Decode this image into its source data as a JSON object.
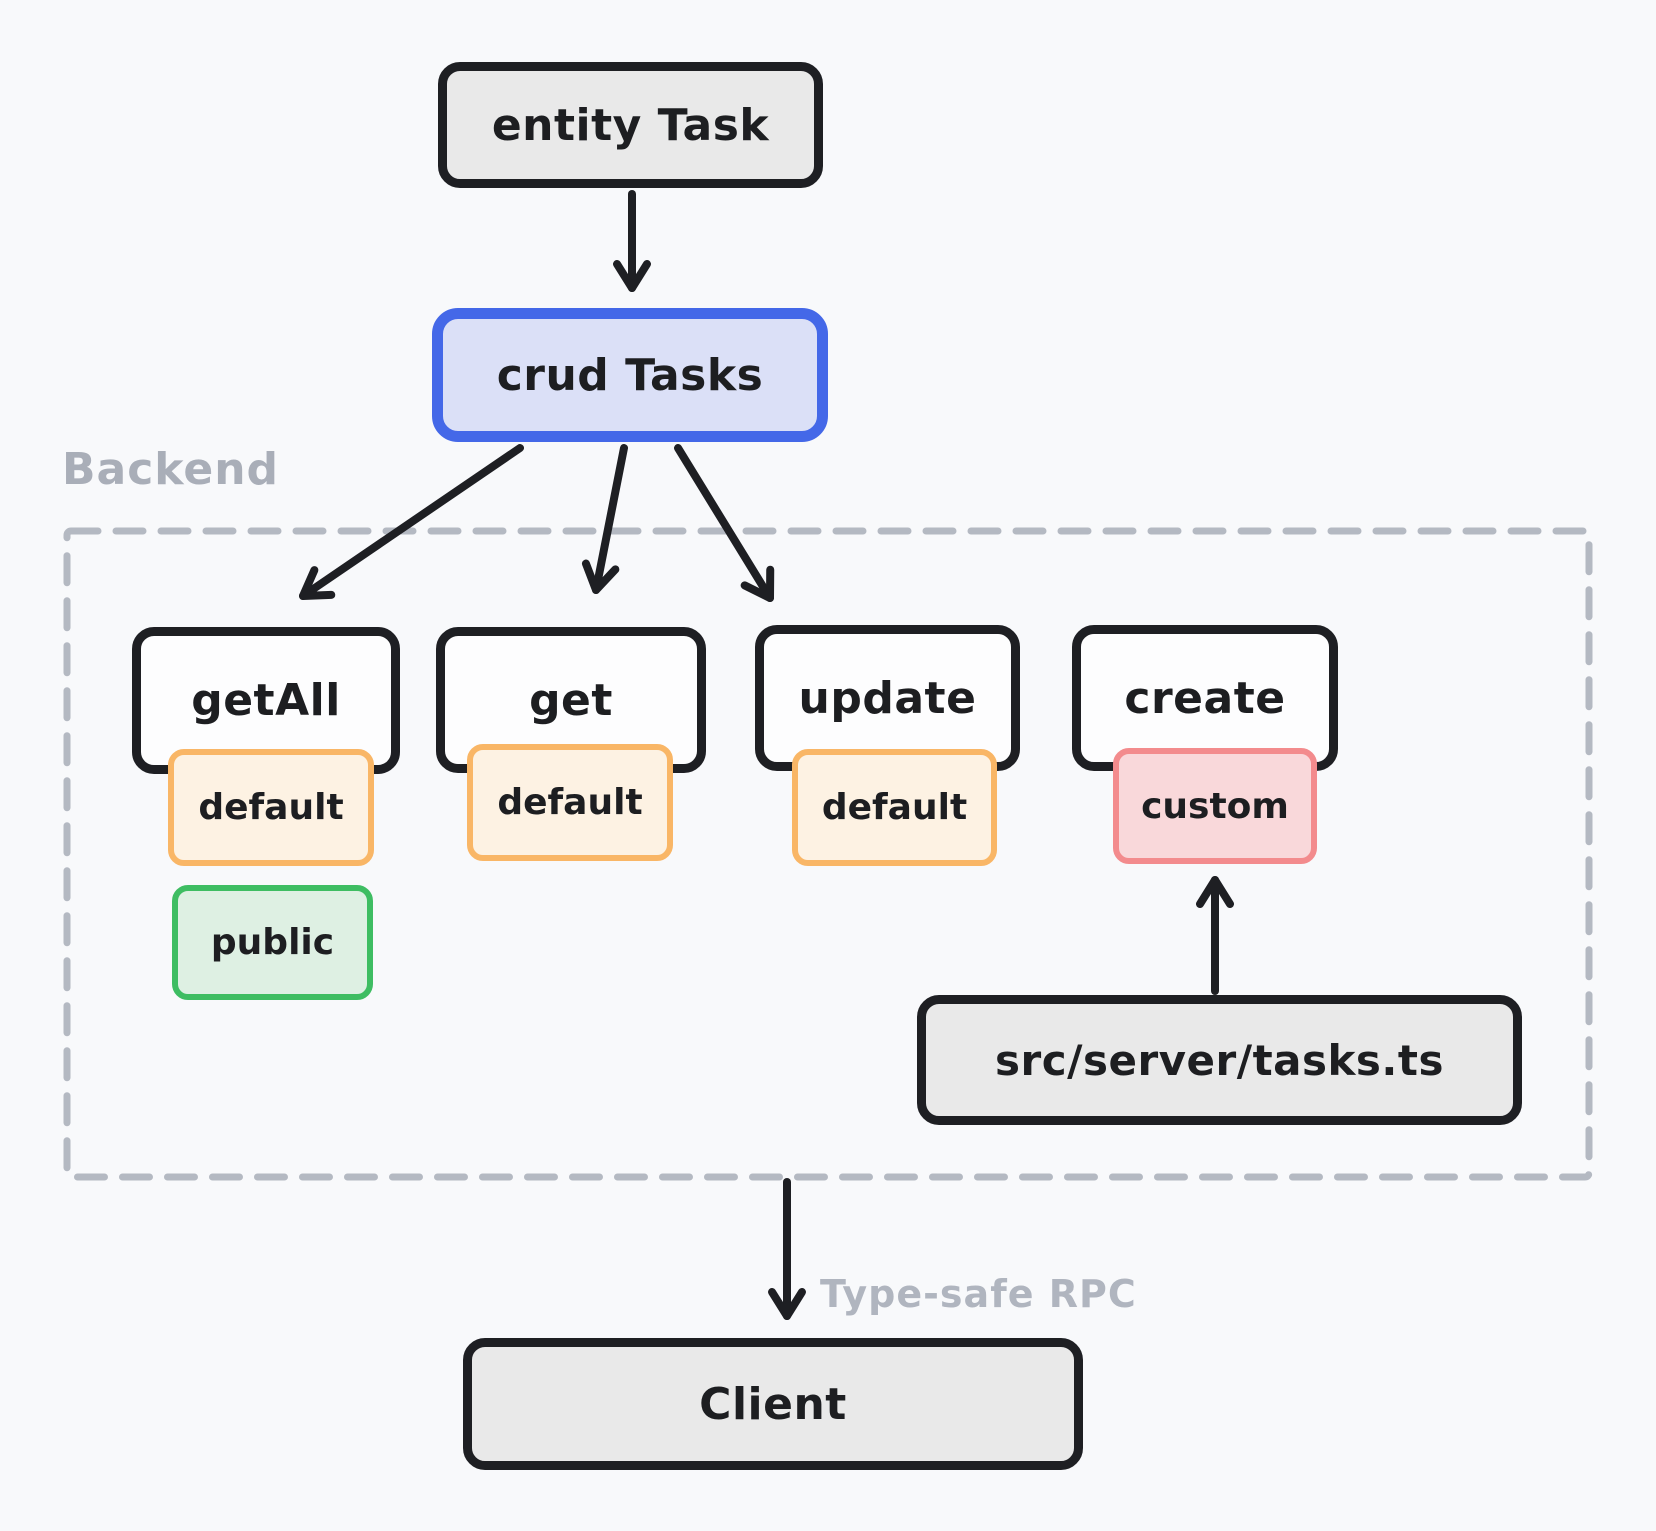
{
  "nodes": {
    "entity": {
      "label": "entity Task"
    },
    "crud": {
      "label": "crud Tasks"
    },
    "getAll": {
      "label": "getAll"
    },
    "get": {
      "label": "get"
    },
    "update": {
      "label": "update"
    },
    "create": {
      "label": "create"
    },
    "serverFile": {
      "label": "src/server/tasks.ts"
    },
    "client": {
      "label": "Client"
    }
  },
  "badges": {
    "getAllDefault": {
      "label": "default",
      "variant": "default"
    },
    "getDefault": {
      "label": "default",
      "variant": "default"
    },
    "updateDefault": {
      "label": "default",
      "variant": "default"
    },
    "createCustom": {
      "label": "custom",
      "variant": "custom"
    },
    "getAllPublic": {
      "label": "public",
      "variant": "public"
    }
  },
  "groups": {
    "backend": {
      "label": "Backend"
    }
  },
  "annotations": {
    "rpc": "Type-safe RPC"
  },
  "edges": [
    {
      "from": "entity",
      "to": "crud"
    },
    {
      "from": "crud",
      "to": "getAll"
    },
    {
      "from": "crud",
      "to": "get"
    },
    {
      "from": "crud",
      "to": "update"
    },
    {
      "from": "serverFile",
      "to": "createCustom"
    },
    {
      "from": "backend",
      "to": "client",
      "label": "Type-safe RPC"
    }
  ],
  "colors": {
    "background": "#f8f9fb",
    "stroke_dark": "#1e1f23",
    "node_gray_fill": "#e9e9e9",
    "node_white_fill": "#fdfdfe",
    "primary_border": "#4468e8",
    "primary_fill": "#dbe0f7",
    "default_border": "#f9b666",
    "default_fill": "#fdf2e3",
    "custom_border": "#f38b8d",
    "custom_fill": "#f9d8da",
    "public_border": "#3ebd62",
    "public_fill": "#def0e3",
    "muted_text": "#a9aeb8",
    "dashed_border": "#b4b9c2"
  }
}
